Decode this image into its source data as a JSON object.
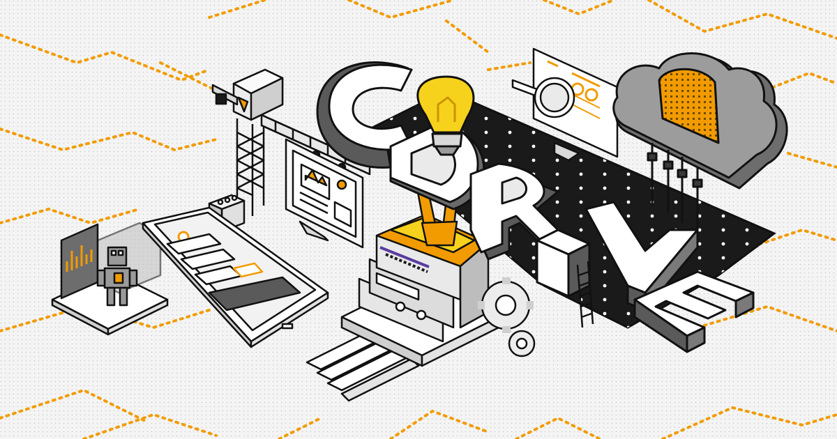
{
  "illustration": {
    "word": "CDRIVE",
    "letters": [
      "C",
      "D",
      "R",
      "I",
      "V",
      "E"
    ],
    "colors": {
      "background": "#f4f4f4",
      "accent": "#f29b00",
      "bulb": "#f7d21c",
      "dark": "#1a1a1a",
      "mid_gray": "#7a7a7a",
      "light_gray": "#d8d8d8",
      "outline": "#111111"
    },
    "icons": [
      "robot-icon",
      "smartphone-icon",
      "monitor-icon",
      "crane-icon",
      "lightbulb-icon",
      "worker-figure-icon",
      "machine-icon",
      "gear-icon",
      "magnifier-icon",
      "cloud-icon",
      "ladder-icon",
      "stairs-icon"
    ]
  }
}
